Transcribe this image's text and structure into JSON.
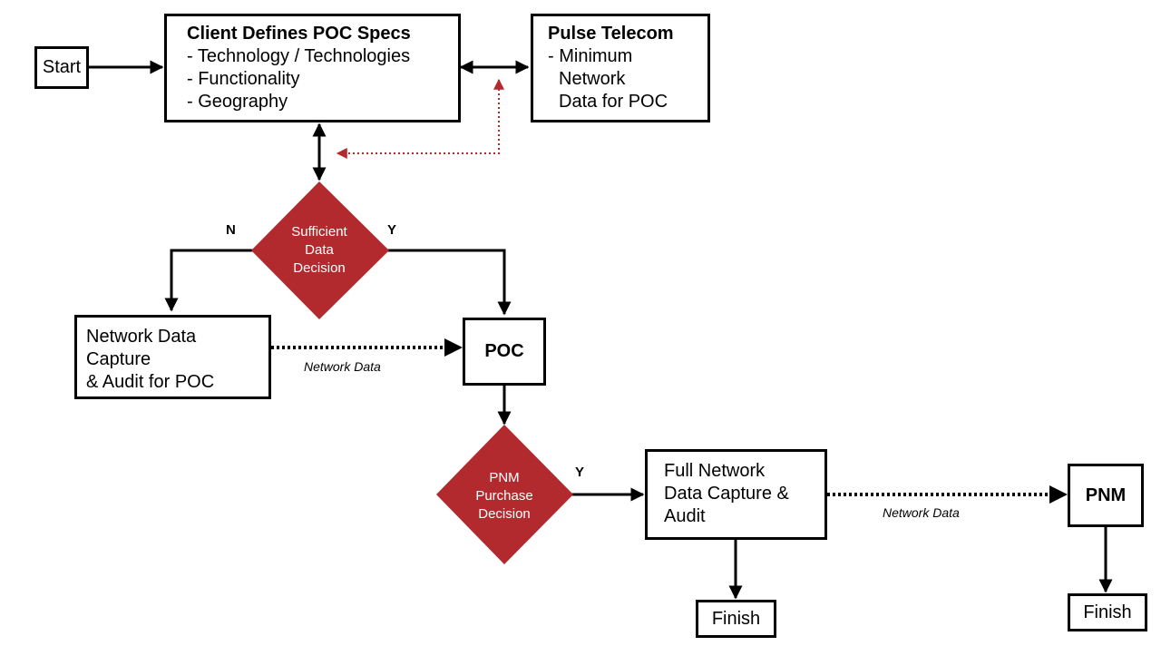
{
  "nodes": {
    "start": "Start",
    "client_specs": {
      "title": "Client Defines POC Specs",
      "items": [
        "- Technology / Technologies",
        "- Functionality",
        "- Geography"
      ]
    },
    "pulse_telecom": {
      "title": "Pulse Telecom",
      "items": [
        "- Minimum",
        "Network",
        "Data for POC"
      ]
    },
    "sufficient_decision": [
      "Sufficient",
      "Data",
      "Decision"
    ],
    "network_capture_poc": [
      "Network Data",
      "Capture",
      "& Audit for POC"
    ],
    "poc": "POC",
    "pnm_decision": [
      "PNM",
      "Purchase",
      "Decision"
    ],
    "full_capture": [
      "Full Network",
      "Data Capture &",
      "Audit"
    ],
    "pnm": "PNM",
    "finish_1": "Finish",
    "finish_2": "Finish"
  },
  "edge_labels": {
    "no": "N",
    "yes_1": "Y",
    "yes_2": "Y",
    "network_data_1": "Network Data",
    "network_data_2": "Network Data"
  },
  "colors": {
    "decision_fill": "#b22a2e",
    "feedback_arrow": "#b22a2e",
    "line": "#000000"
  }
}
